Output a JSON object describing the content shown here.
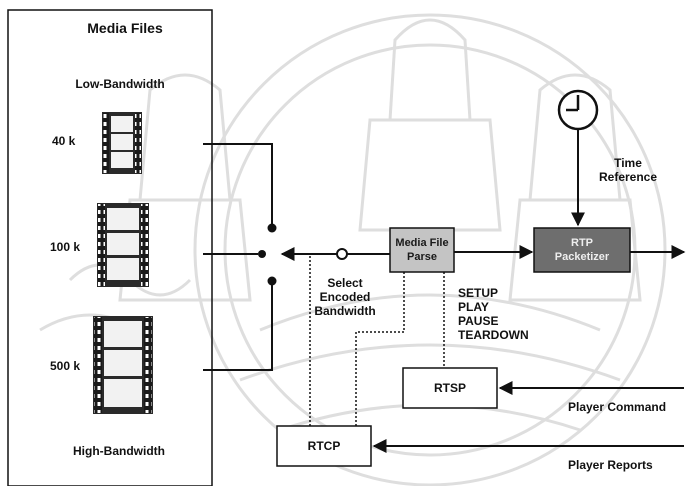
{
  "media_panel": {
    "title": "Media Files",
    "low_label": "Low-Bandwidth",
    "high_label": "High-Bandwidth",
    "rates": [
      "40 k",
      "100 k",
      "500 k"
    ]
  },
  "blocks": {
    "parse": [
      "Media File",
      "Parse"
    ],
    "packetizer": [
      "RTP",
      "Packetizer"
    ],
    "rtsp": "RTSP",
    "rtcp": "RTCP"
  },
  "labels": {
    "select": [
      "Select",
      "Encoded",
      "Bandwidth"
    ],
    "time_reference": [
      "Time",
      "Reference"
    ],
    "commands": [
      "SETUP",
      "PLAY",
      "PAUSE",
      "TEARDOWN"
    ],
    "player_command": "Player Command",
    "player_reports": "Player Reports"
  },
  "icons": {
    "clock": "clock-icon",
    "film": "film-strip-icon",
    "watermark": "university-seal-watermark"
  },
  "colors": {
    "line": "#111111",
    "box_fill": "#c4c4c4",
    "dark_box_fill": "#6e6e6e",
    "watermark": "#d9d9d9"
  }
}
